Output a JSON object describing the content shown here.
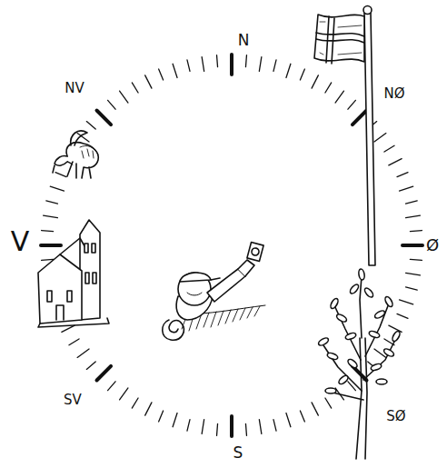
{
  "diagram": {
    "labels": [
      "N",
      "NØ",
      "Ø",
      "SØ",
      "S",
      "SV",
      "V",
      "NV"
    ]
  }
}
